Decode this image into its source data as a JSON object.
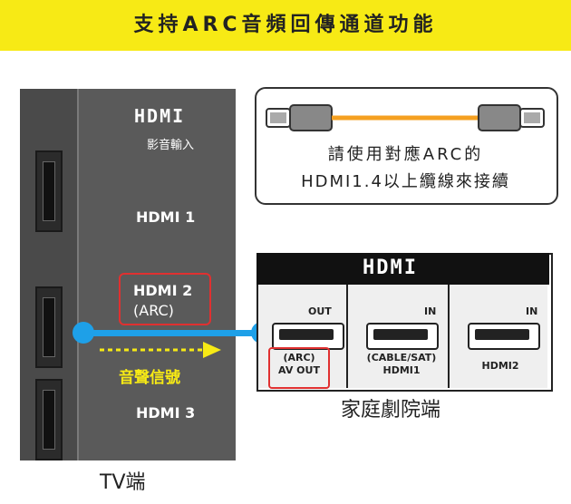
{
  "title": "支持ARC音頻回傳通道功能",
  "tv": {
    "logo": "HDMI",
    "subtitle": "影音輸入",
    "ports": [
      {
        "label": "HDMI 1"
      },
      {
        "label": "HDMI 2",
        "sub": "(ARC)"
      },
      {
        "label": "HDMI 3"
      }
    ],
    "signal_label": "音聲信號",
    "caption": "TV端"
  },
  "cable_note": {
    "line1": "請使用對應ARC的",
    "line2": "HDMI1.4以上纜線來接續"
  },
  "home_theater": {
    "logo": "HDMI",
    "ports": [
      {
        "direction": "OUT",
        "label1": "(ARC)",
        "label2": "AV OUT"
      },
      {
        "direction": "IN",
        "label1": "(CABLE/SAT)",
        "label2": "HDMI1"
      },
      {
        "direction": "IN",
        "label1": "HDMI2",
        "label2": ""
      }
    ],
    "caption": "家庭劇院端"
  },
  "colors": {
    "banner": "#f7ea15",
    "highlight_red": "#e03030",
    "connector_blue": "#1ea0e8",
    "cable_orange": "#f5a020"
  }
}
